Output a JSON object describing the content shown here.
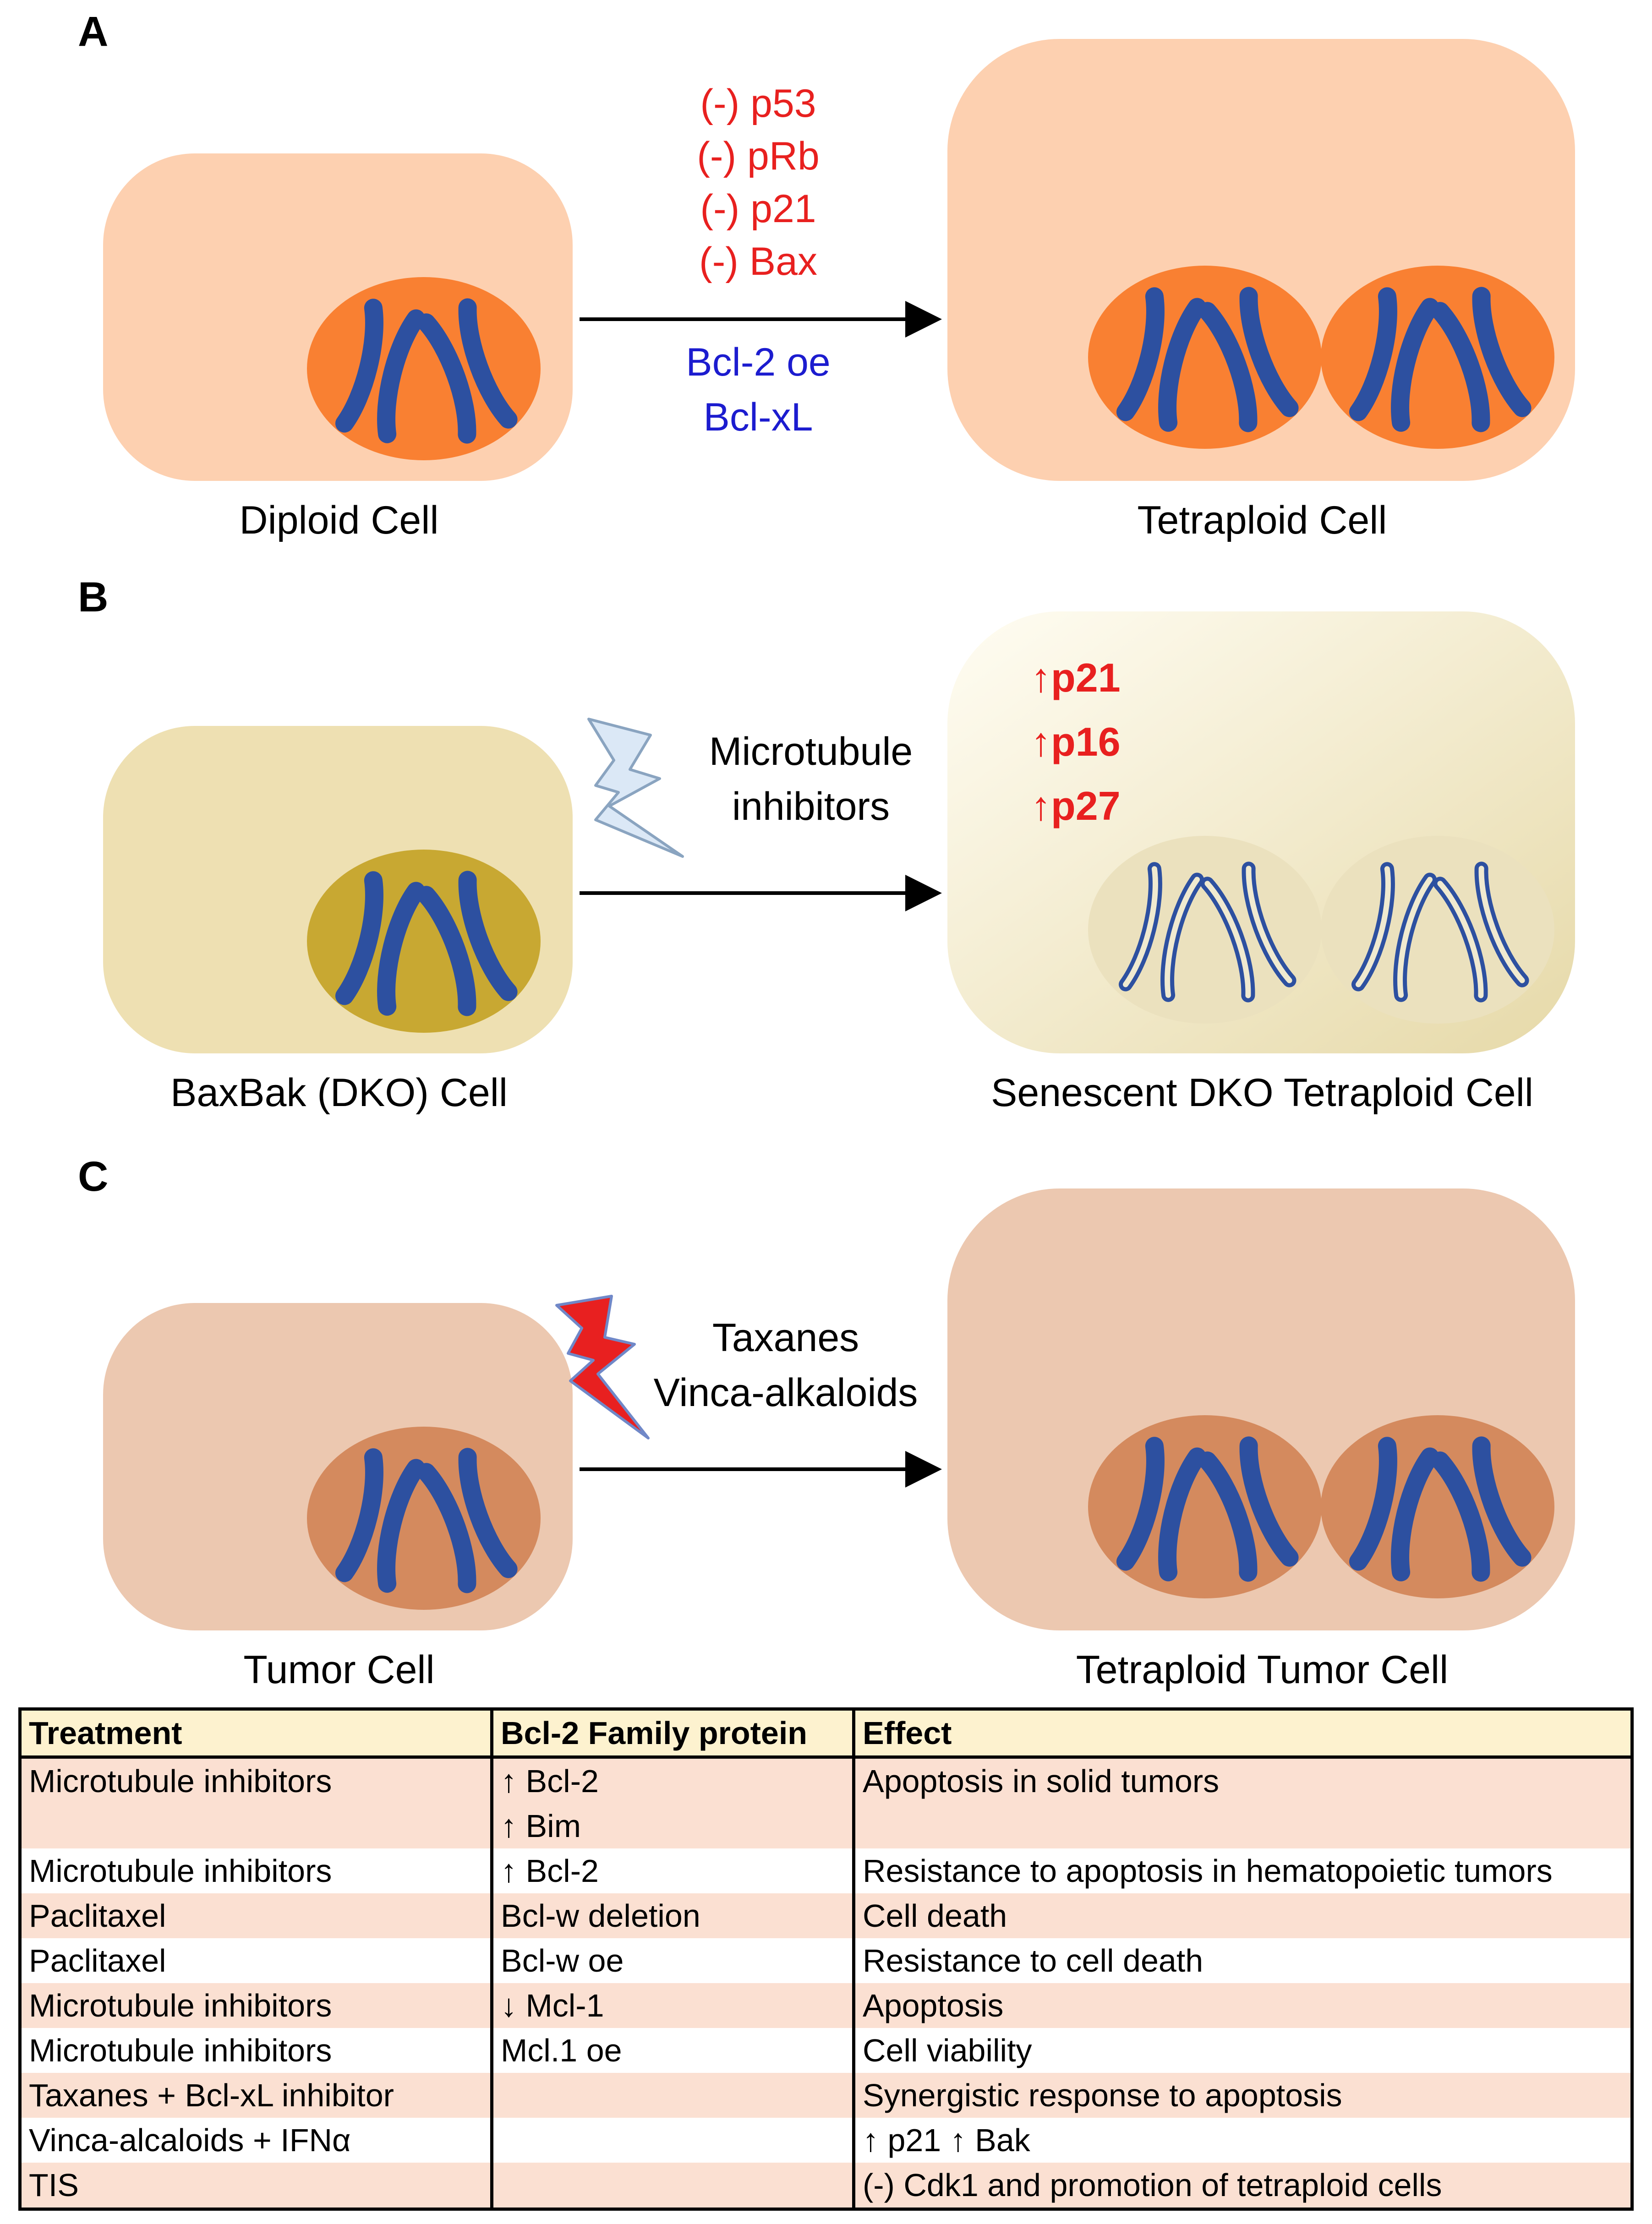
{
  "panels": [
    {
      "letter": "A",
      "left_label": "Diploid Cell",
      "right_label": "Tetraploid Cell",
      "red_factors": [
        "(-) p53",
        "(-) pRb",
        "(-) p21",
        "(-) Bax"
      ],
      "blue_factors": [
        "Bcl-2 oe",
        "Bcl-xL"
      ],
      "colors": {
        "cytoplasm": "#fdd0b0",
        "nucleus": "#f98032",
        "chromosome": "#2d50a0"
      }
    },
    {
      "letter": "B",
      "left_label": "BaxBak (DKO) Cell",
      "right_label": "Senescent DKO Tetraploid Cell",
      "treatment": [
        "Microtubule",
        "inhibitors"
      ],
      "markers": [
        "↑p21",
        "↑p16",
        "↑p27"
      ],
      "colors": {
        "cytoplasm": "#eee0b2",
        "nucleus": "#c8a832",
        "senescent_cell": "#f3ecd2",
        "bolt": "#dbe8f6"
      }
    },
    {
      "letter": "C",
      "left_label": "Tumor Cell",
      "right_label": "Tetraploid Tumor Cell",
      "treatment": [
        "Taxanes",
        "Vinca-alkaloids"
      ],
      "colors": {
        "cytoplasm": "#ecc8b0",
        "nucleus": "#d48a5e",
        "bolt": "#e82020"
      }
    }
  ],
  "table": {
    "headers": [
      "Treatment",
      "Bcl-2 Family protein",
      "Effect"
    ],
    "rows": [
      {
        "treatment": "Microtubule inhibitors",
        "protein": "↑ Bcl-2",
        "effect": "Apoptosis in solid tumors"
      },
      {
        "treatment": "",
        "protein": "↑ Bim",
        "effect": ""
      },
      {
        "treatment": "Microtubule inhibitors",
        "protein": "↑ Bcl-2",
        "effect": "Resistance to apoptosis in hematopoietic tumors"
      },
      {
        "treatment": "Paclitaxel",
        "protein": "Bcl-w deletion",
        "effect": "Cell death"
      },
      {
        "treatment": "Paclitaxel",
        "protein": "Bcl-w oe",
        "effect": "Resistance to cell death"
      },
      {
        "treatment": "Microtubule inhibitors",
        "protein": "↓ Mcl-1",
        "effect": "Apoptosis"
      },
      {
        "treatment": "Microtubule inhibitors",
        "protein": "Mcl.1 oe",
        "effect": "Cell viability"
      },
      {
        "treatment": "Taxanes + Bcl-xL inhibitor",
        "protein": "",
        "effect": "Synergistic response to apoptosis"
      },
      {
        "treatment": "Vinca-alcaloids + IFNα",
        "protein": "",
        "effect": "↑  p21 ↑ Bak"
      },
      {
        "treatment": "TIS",
        "protein": "",
        "effect": "(-) Cdk1 and promotion of tetraploid cells"
      }
    ]
  }
}
